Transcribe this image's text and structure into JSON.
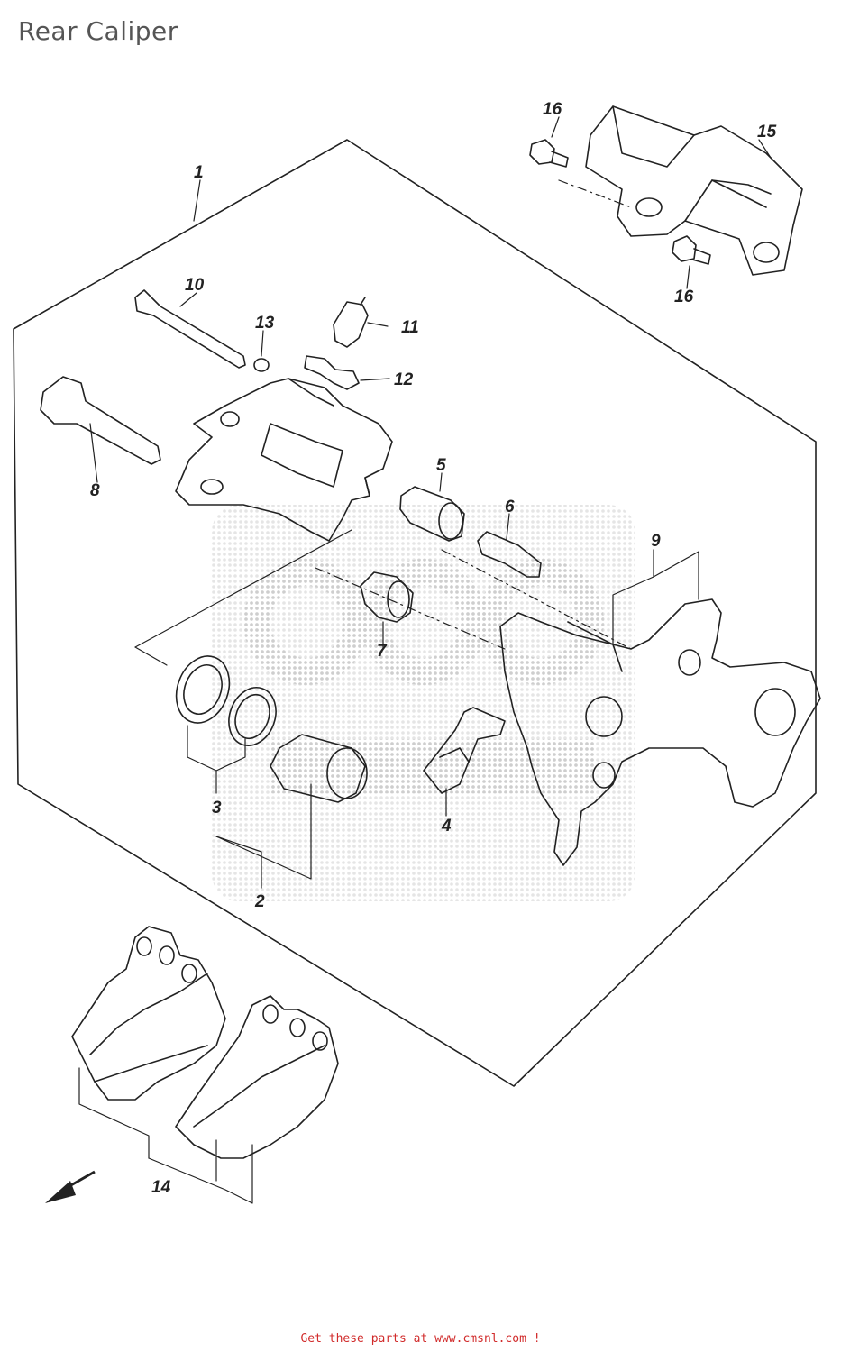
{
  "title": "Rear Caliper",
  "footer": {
    "prefix": "Get these parts at",
    "link": "www.cmsnl.com",
    "suffix": "!"
  },
  "callouts": {
    "c1": "1",
    "c2": "2",
    "c3": "3",
    "c4": "4",
    "c5": "5",
    "c6": "6",
    "c7": "7",
    "c8": "8",
    "c9": "9",
    "c10": "10",
    "c11": "11",
    "c12": "12",
    "c13": "13",
    "c14": "14",
    "c15": "15",
    "c16a": "16",
    "c16b": "16"
  },
  "watermark": "CMS",
  "colors": {
    "line": "#222222",
    "watermark": "#cfcfcf",
    "footer": "#d12b2b"
  }
}
